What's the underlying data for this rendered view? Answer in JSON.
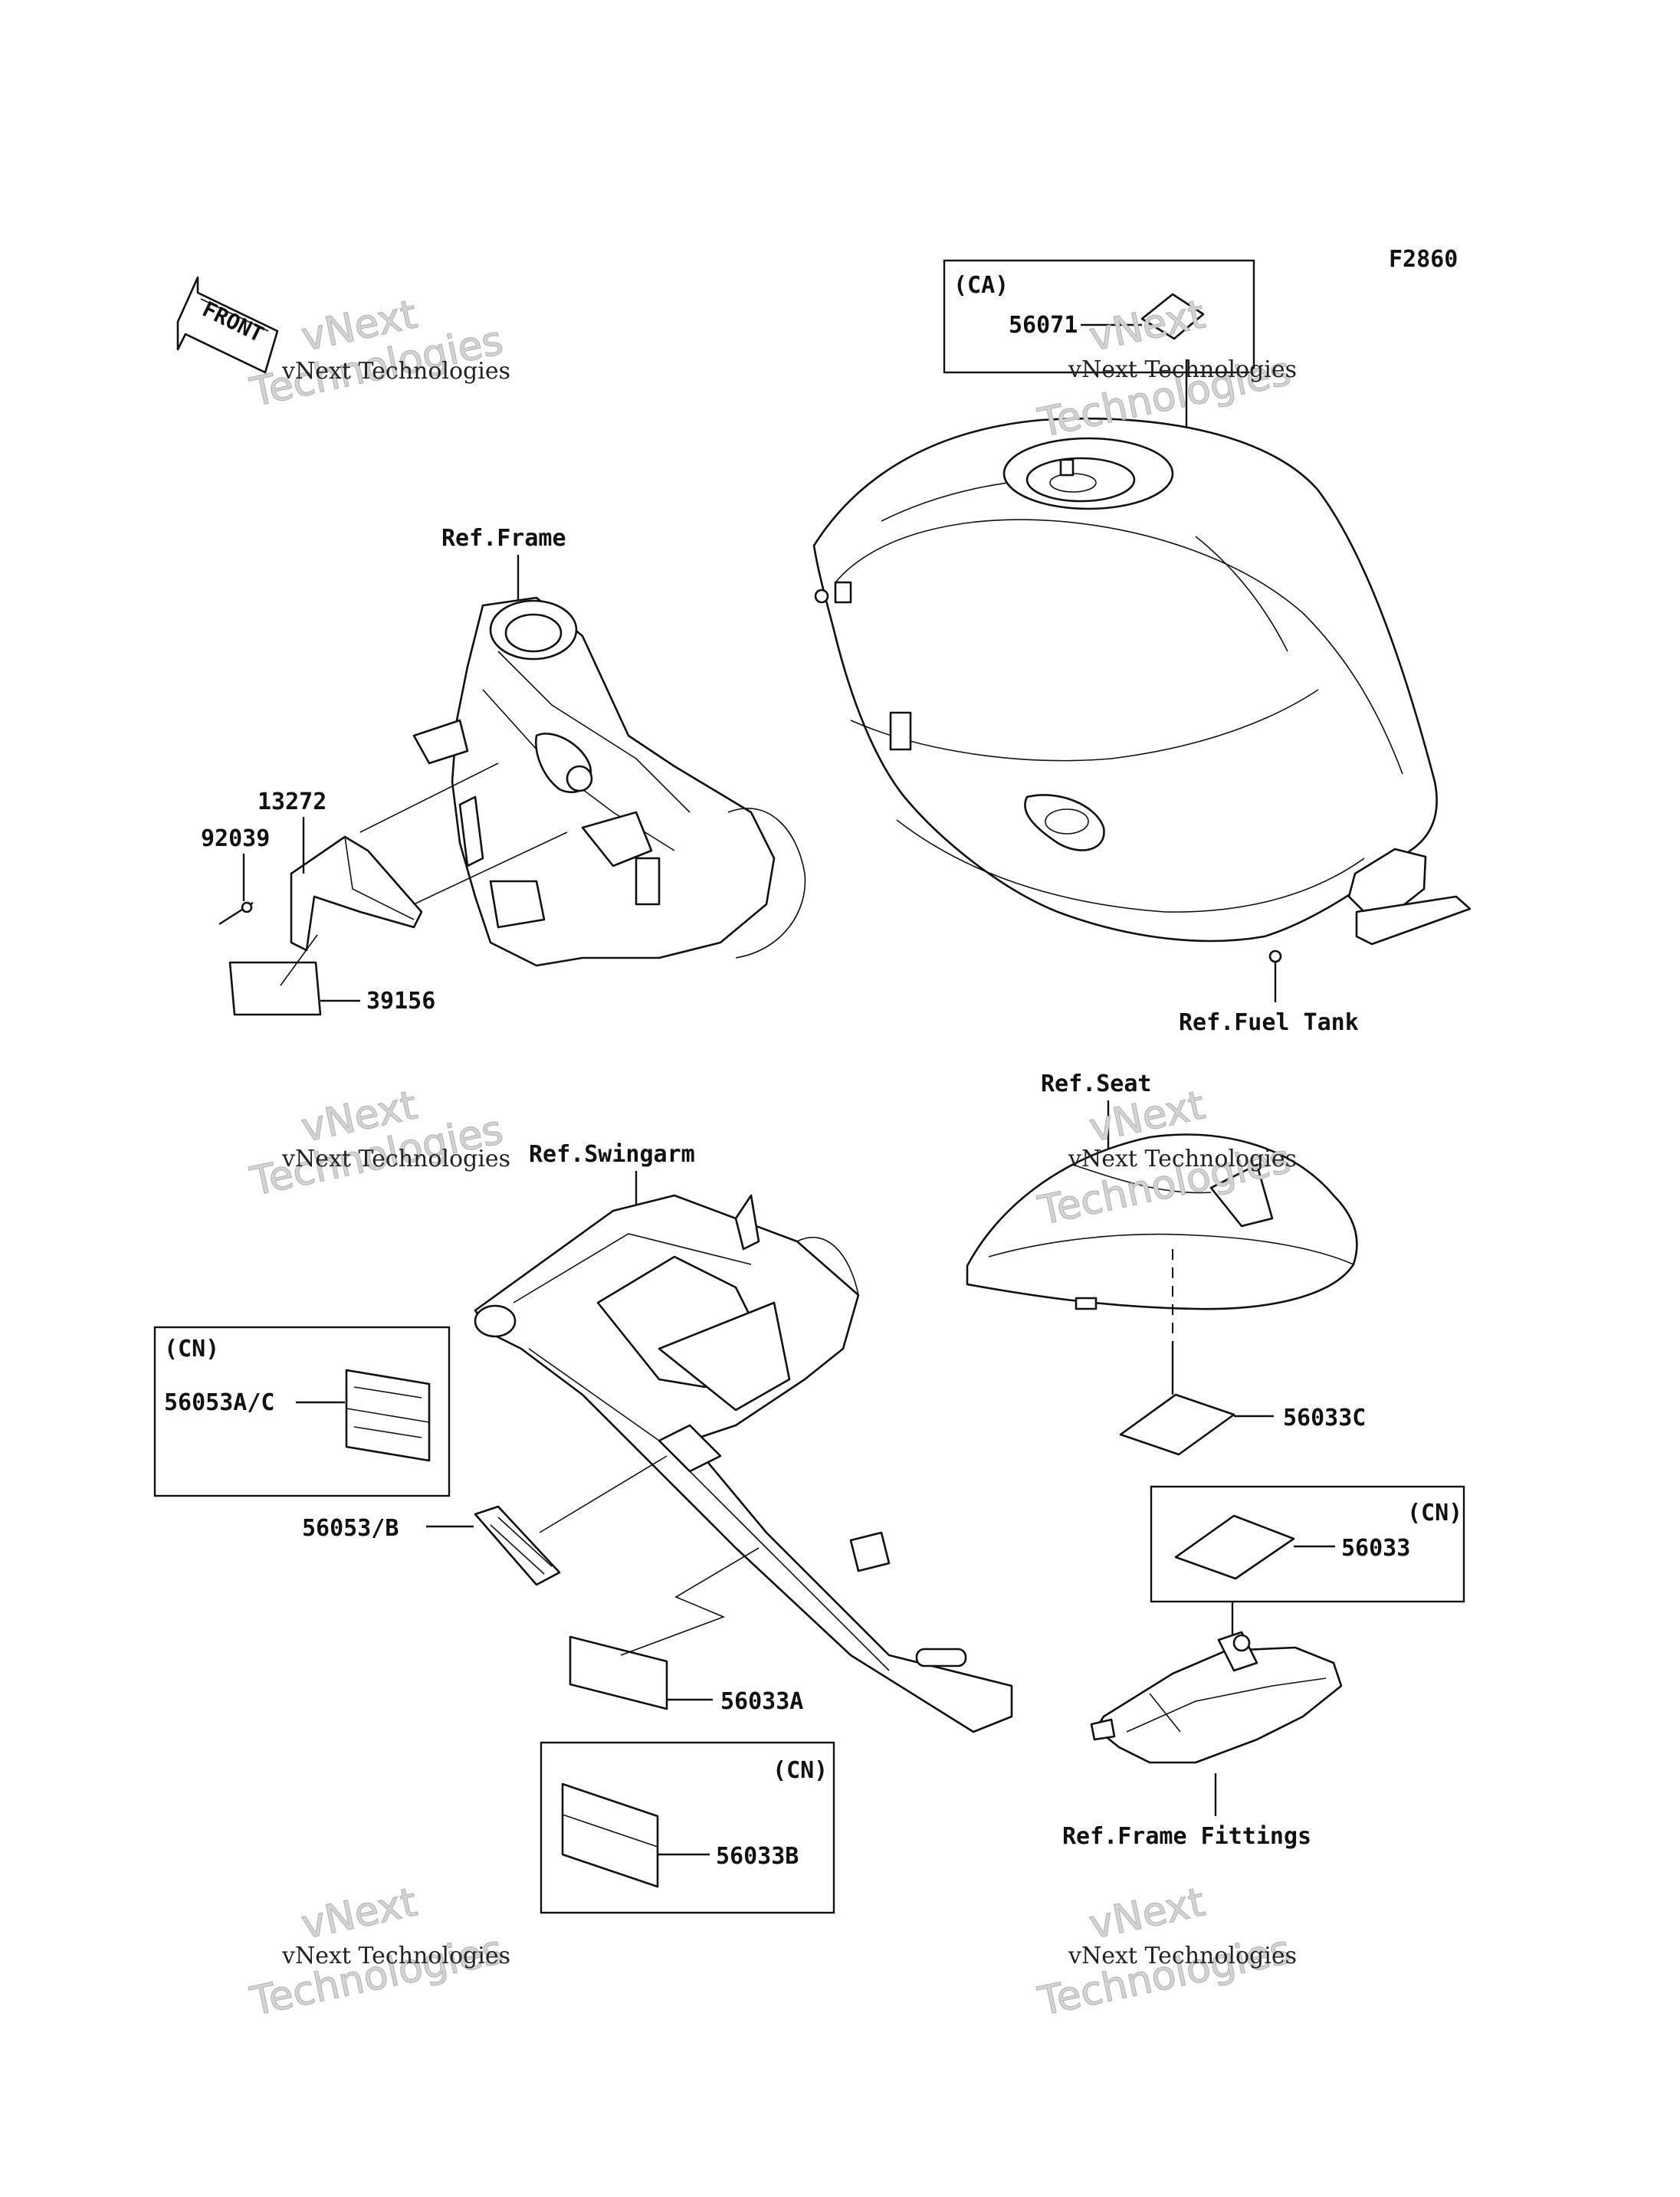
{
  "figure_code": "F2860",
  "front_arrow": "FRONT",
  "refs": {
    "frame": "Ref.Frame",
    "fuel_tank": "Ref.Fuel Tank",
    "seat": "Ref.Seat",
    "swingarm": "Ref.Swingarm",
    "frame_fittings": "Ref.Frame Fittings"
  },
  "boxes": {
    "ca": "(CA)",
    "cn_left": "(CN)",
    "cn_right": "(CN)",
    "cn_bottom": "(CN)"
  },
  "parts": {
    "p56071": "56071",
    "p13272": "13272",
    "p92039": "92039",
    "p39156": "39156",
    "p56053ac": "56053A/C",
    "p56053b": "56053/B",
    "p56033a": "56033A",
    "p56033b": "56033B",
    "p56033c": "56033C",
    "p56033": "56033"
  },
  "watermark": {
    "line1": "vNext Technologies",
    "line2a": "vNext",
    "line2b": "Technologies"
  }
}
